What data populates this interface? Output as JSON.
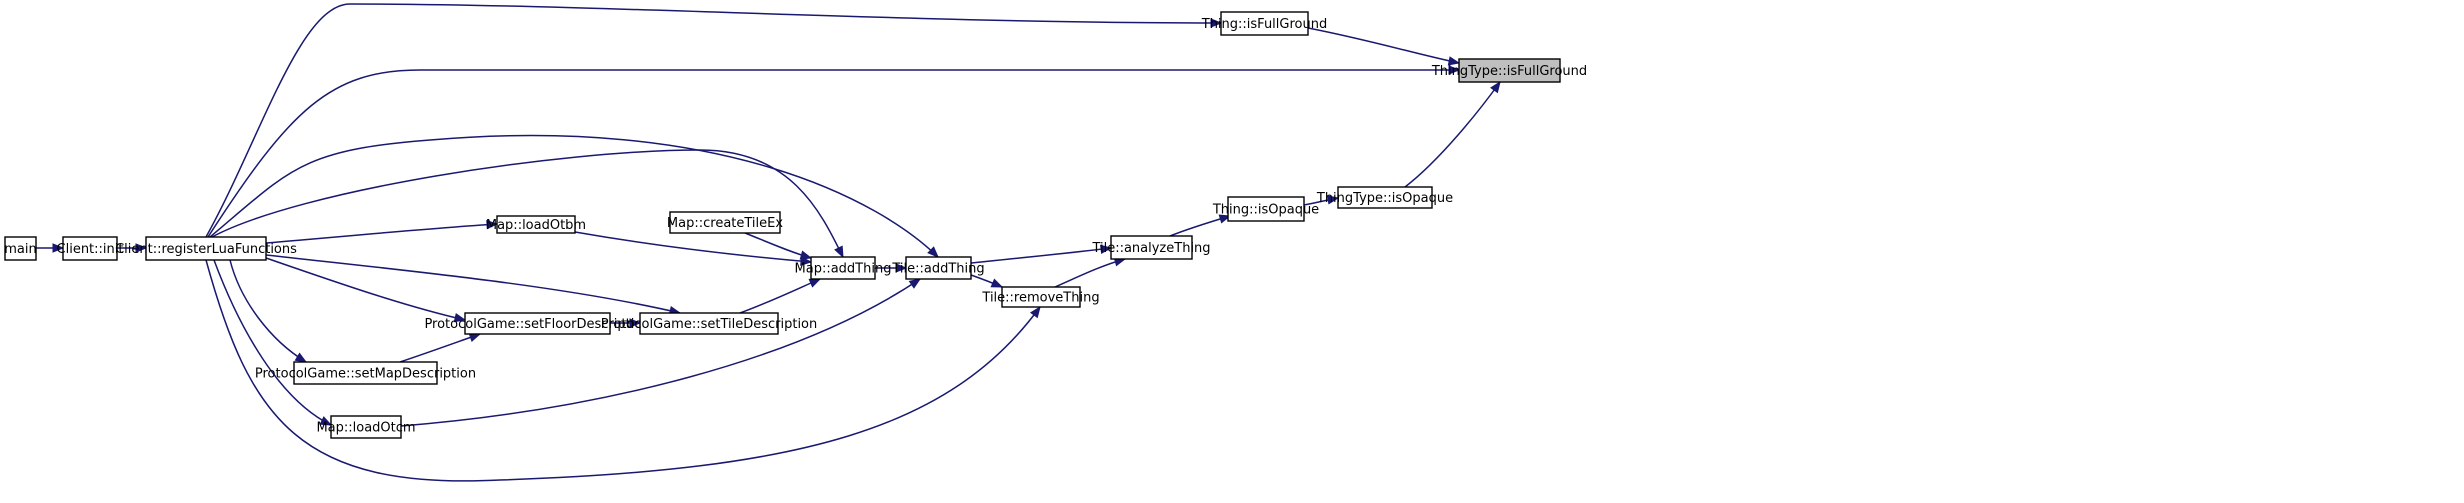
{
  "graph": {
    "nodes": [
      {
        "id": "main",
        "label": "main"
      },
      {
        "id": "client_init",
        "label": "Client::init"
      },
      {
        "id": "client_reglua",
        "label": "Client::registerLuaFunctions"
      },
      {
        "id": "map_loadotbm",
        "label": "Map::loadOtbm"
      },
      {
        "id": "map_createtileex",
        "label": "Map::createTileEx"
      },
      {
        "id": "map_addthing",
        "label": "Map::addThing"
      },
      {
        "id": "pg_setfloor",
        "label": "ProtocolGame::setFloorDescription"
      },
      {
        "id": "pg_settile",
        "label": "ProtocolGame::setTileDescription"
      },
      {
        "id": "pg_setmap",
        "label": "ProtocolGame::setMapDescription"
      },
      {
        "id": "map_loadotcm",
        "label": "Map::loadOtcm"
      },
      {
        "id": "tile_addthing",
        "label": "Tile::addThing"
      },
      {
        "id": "tile_removething",
        "label": "Tile::removeThing"
      },
      {
        "id": "tile_analyze",
        "label": "Tile::analyzeThing"
      },
      {
        "id": "thing_isopaque",
        "label": "Thing::isOpaque"
      },
      {
        "id": "thingtype_isopaque",
        "label": "ThingType::isOpaque"
      },
      {
        "id": "thing_isfullground",
        "label": "Thing::isFullGround"
      },
      {
        "id": "thingtype_isfullground",
        "label": "ThingType::isFullGround",
        "highlighted": true
      }
    ],
    "edges": [
      {
        "from": "main",
        "to": "client_init"
      },
      {
        "from": "client_init",
        "to": "client_reglua"
      },
      {
        "from": "client_reglua",
        "to": "thing_isfullground"
      },
      {
        "from": "client_reglua",
        "to": "thingtype_isfullground"
      },
      {
        "from": "client_reglua",
        "to": "tile_addthing"
      },
      {
        "from": "client_reglua",
        "to": "map_addthing"
      },
      {
        "from": "client_reglua",
        "to": "map_loadotbm"
      },
      {
        "from": "client_reglua",
        "to": "pg_settile"
      },
      {
        "from": "client_reglua",
        "to": "pg_setfloor"
      },
      {
        "from": "client_reglua",
        "to": "pg_setmap"
      },
      {
        "from": "client_reglua",
        "to": "map_loadotcm"
      },
      {
        "from": "client_reglua",
        "to": "tile_removething"
      },
      {
        "from": "map_loadotbm",
        "to": "map_addthing"
      },
      {
        "from": "map_createtileex",
        "to": "map_addthing"
      },
      {
        "from": "pg_settile",
        "to": "map_addthing"
      },
      {
        "from": "pg_setmap",
        "to": "pg_setfloor"
      },
      {
        "from": "pg_setfloor",
        "to": "pg_settile"
      },
      {
        "from": "map_addthing",
        "to": "tile_addthing"
      },
      {
        "from": "map_loadotcm",
        "to": "tile_addthing"
      },
      {
        "from": "tile_addthing",
        "to": "tile_analyze"
      },
      {
        "from": "tile_addthing",
        "to": "tile_removething"
      },
      {
        "from": "tile_removething",
        "to": "tile_analyze"
      },
      {
        "from": "tile_analyze",
        "to": "thing_isopaque"
      },
      {
        "from": "thing_isopaque",
        "to": "thingtype_isopaque"
      },
      {
        "from": "thingtype_isopaque",
        "to": "thingtype_isfullground"
      },
      {
        "from": "thing_isfullground",
        "to": "thingtype_isfullground"
      }
    ]
  }
}
